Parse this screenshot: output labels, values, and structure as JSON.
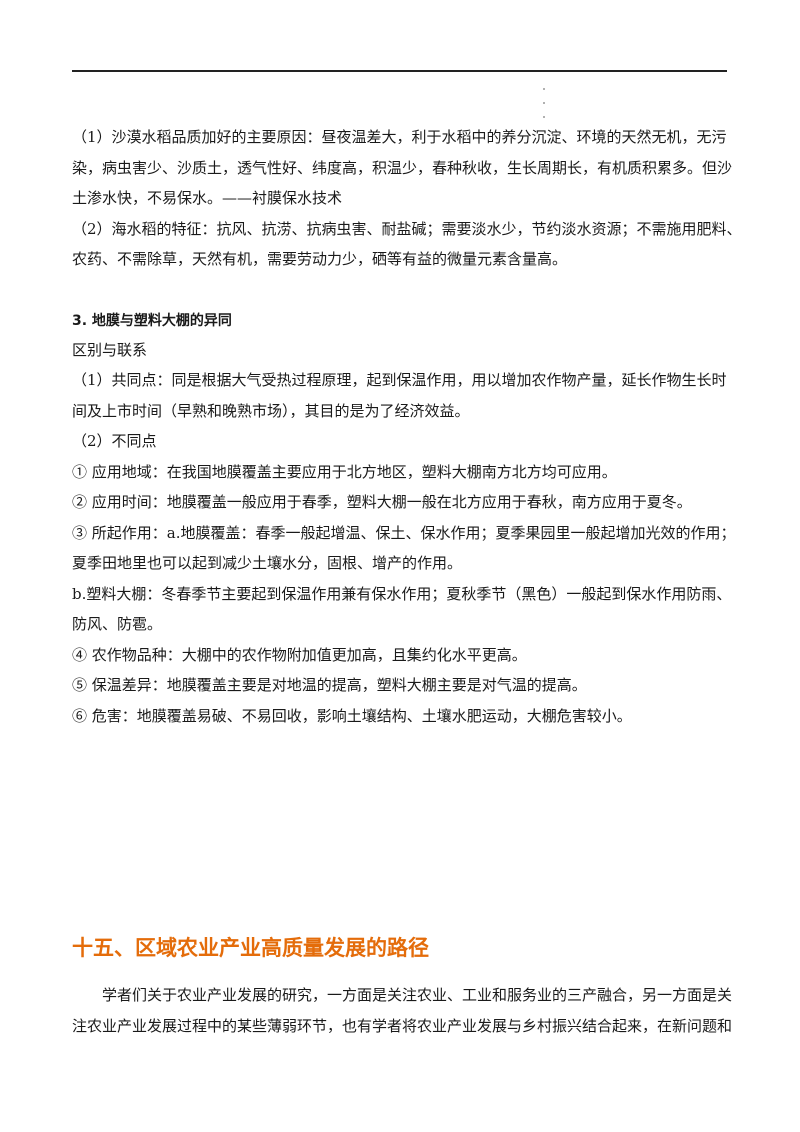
{
  "intro": {
    "p1_lines": [
      "（1）沙漠水稻品质加好的主要原因：昼夜温差大，利于水稻中的养分沉淀、环境的天然无机，无污",
      "染，病虫害少、沙质土，透气性好、纬度高，积温少，春种秋收，生长周期长，有机质积累多。但沙",
      "土渗水快，不易保水。——衬膜保水技术"
    ],
    "p2_lines": [
      "（2）海水稻的特征：抗风、抗涝、抗病虫害、耐盐碱；需要淡水少，节约淡水资源；不需施用肥料、",
      "农药、不需除草，天然有机，需要劳动力少，硒等有益的微量元素含量高。"
    ]
  },
  "section3": {
    "heading": "3. 地膜与塑料大棚的异同",
    "subtitle": "区别与联系",
    "common_lines": [
      "（1）共同点：同是根据大气受热过程原理，起到保温作用，用以增加农作物产量，延长作物生长时",
      "间及上市时间（早熟和晚熟市场），其目的是为了经济效益。"
    ],
    "diff_label": "（2）不同点",
    "items": [
      [
        "① 应用地域：在我国地膜覆盖主要应用于北方地区，塑料大棚南方北方均可应用。"
      ],
      [
        "② 应用时间：地膜覆盖一般应用于春季，塑料大棚一般在北方应用于春秋，南方应用于夏冬。"
      ],
      [
        "③ 所起作用：a.地膜覆盖：春季一般起增温、保土、保水作用；夏季果园里一般起增加光效的作用；",
        "夏季田地里也可以起到减少土壤水分，固根、增产的作用。"
      ],
      [
        "b.塑料大棚：冬春季节主要起到保温作用兼有保水作用；夏秋季节（黑色）一般起到保水作用防雨、",
        "防风、防雹。"
      ],
      [
        "④ 农作物品种：大棚中的农作物附加值更加高，且集约化水平更高。"
      ],
      [
        "⑤ 保温差异：地膜覆盖主要是对地温的提高，塑料大棚主要是对气温的提高。"
      ],
      [
        "⑥ 危害：地膜覆盖易破、不易回收，影响土壤结构、土壤水肥运动，大棚危害较小。"
      ]
    ]
  },
  "chapter15": {
    "heading": "十五、区域农业产业高质量发展的路径",
    "lines": [
      "学者们关于农业产业发展的研究，一方面是关注农业、工业和服务业的三产融合，另一方面是关",
      "注农业产业发展过程中的某些薄弱环节，也有学者将农业产业发展与乡村振兴结合起来，在新问题和"
    ]
  },
  "colors": {
    "heading_orange": "#e46c0a",
    "text": "#1a1a1a",
    "rule": "#222222"
  }
}
